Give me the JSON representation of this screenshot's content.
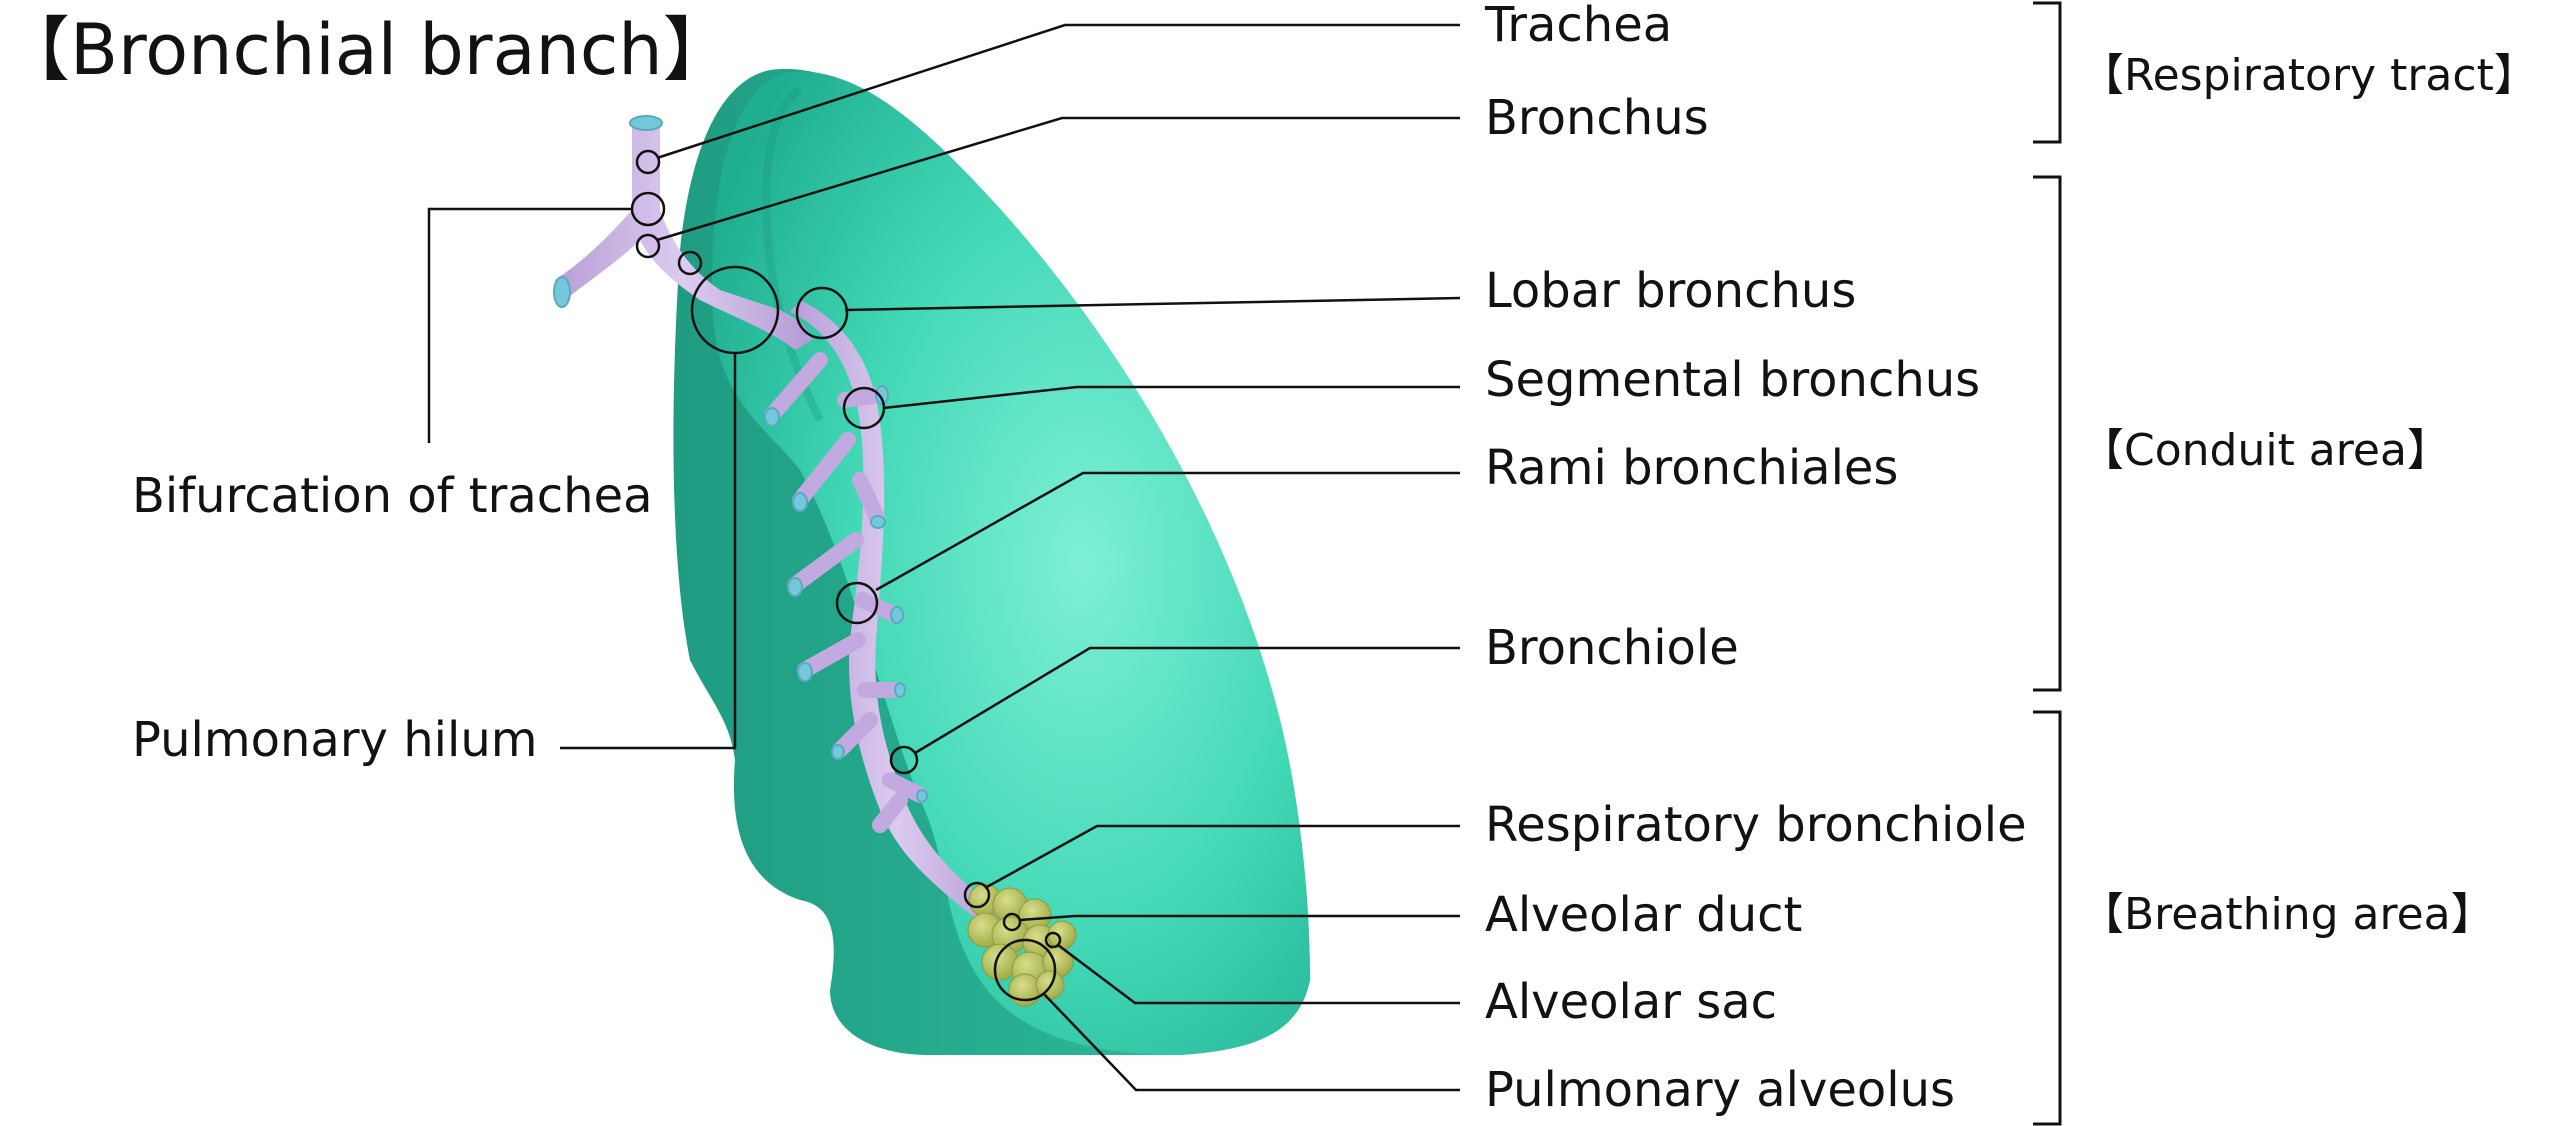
{
  "title": "【Bronchial branch】",
  "labels": {
    "trachea": "Trachea",
    "bronchus": "Bronchus",
    "lobar_bronchus": "Lobar bronchus",
    "segmental_bronchus": "Segmental bronchus",
    "rami_bronchiales": "Rami bronchiales",
    "bronchiole": "Bronchiole",
    "respiratory_bronchiole": "Respiratory bronchiole",
    "alveolar_duct": "Alveolar duct",
    "alveolar_sac": "Alveolar sac",
    "pulmonary_alveolus": "Pulmonary alveolus",
    "bifurcation_of_trachea": "Bifurcation of trachea",
    "pulmonary_hilum": "Pulmonary hilum"
  },
  "groups": {
    "respiratory_tract": "【Respiratory tract】",
    "conduit_area": "【Conduit area】",
    "breathing_area": "【Breathing area】"
  },
  "colors": {
    "lung": "#3fd6b4",
    "lung_dark": "#21a48a",
    "airway": "#cdb6e6",
    "airway_lumen": "#6fc9dc",
    "alveoli": "#b7c25a",
    "line": "#111111"
  }
}
